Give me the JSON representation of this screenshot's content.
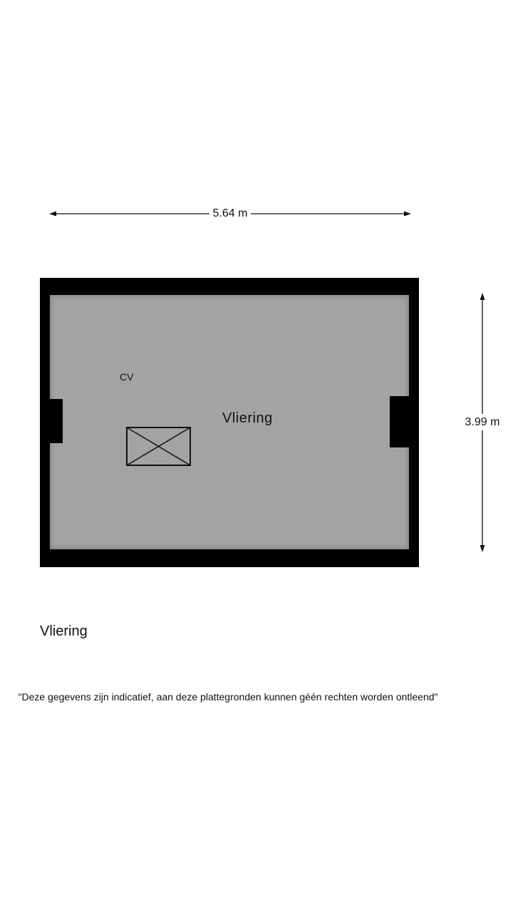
{
  "dimensions": {
    "width_label": "5.64 m",
    "height_label": "3.99 m"
  },
  "room": {
    "name": "Vliering",
    "fixture_label": "CV"
  },
  "floor": {
    "name": "Vliering"
  },
  "disclaimer": "\"Deze gegevens zijn indicatief, aan deze plattegronden kunnen géén rechten worden ontleend\"",
  "colors": {
    "wall": "#000000",
    "floor": "#a3a3a3",
    "background": "#ffffff",
    "lines": "#111111"
  }
}
